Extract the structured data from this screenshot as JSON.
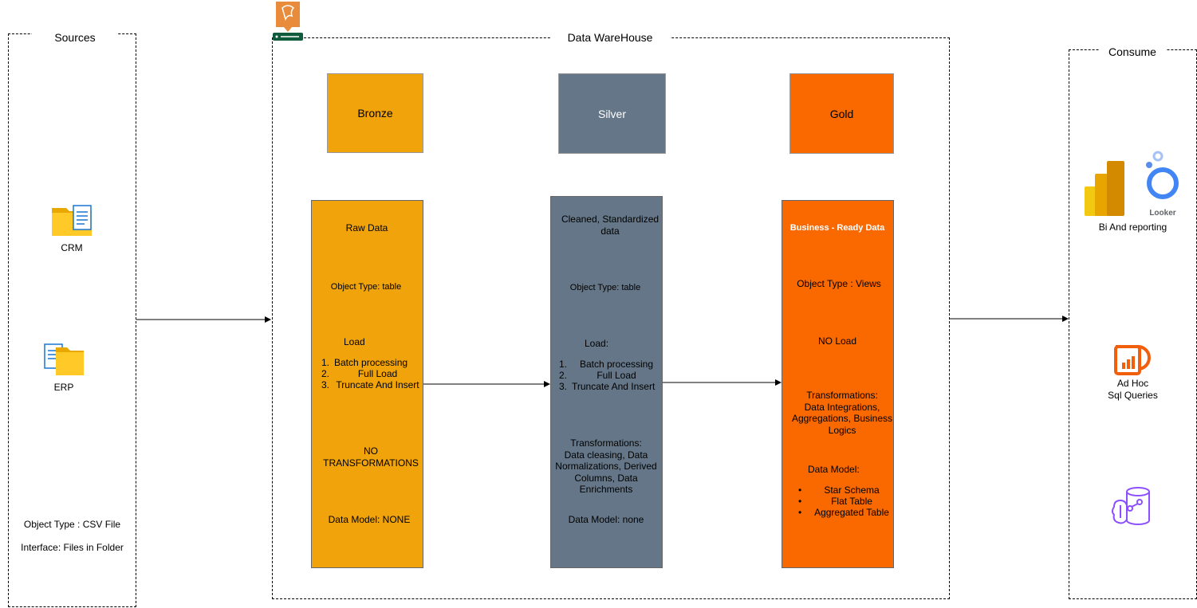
{
  "sources": {
    "title": "Sources",
    "items": [
      {
        "label": "CRM",
        "icon": "folder-document-icon"
      },
      {
        "label": "ERP",
        "icon": "document-folder-icon"
      }
    ],
    "object_type": "Object Type : CSV File",
    "interface": "Interface: Files in Folder"
  },
  "warehouse": {
    "title": "Data WareHouse",
    "icon": "sql-server-icon",
    "layers": [
      {
        "name": "Bronze",
        "color": "#F0A30A",
        "heading": "Raw Data",
        "object_type": "Object Type: table",
        "load_title": "Load",
        "load_items": [
          "Batch processing",
          "Full Load",
          "Truncate And Insert"
        ],
        "transformations": "NO TRANSFORMATIONS",
        "data_model": "Data Model: NONE"
      },
      {
        "name": "Silver",
        "color": "#647687",
        "heading": "Cleaned, Standardized data",
        "object_type": "Object Type: table",
        "load_title": "Load:",
        "load_items": [
          "Batch processing",
          "Full Load",
          "Truncate And Insert"
        ],
        "transformations": "Transformations:\nData cleasing, Data Normalizations, Derived Columns, Data Enrichments",
        "data_model": "Data Model: none"
      },
      {
        "name": "Gold",
        "color": "#FA6800",
        "heading": "Business - Ready Data",
        "object_type": "Object Type : Views",
        "load_title": "NO Load",
        "transformations": "Transformations:\nData Integrations, Aggregations, Business Logics",
        "data_model_title": "Data Model:",
        "data_model_items": [
          "Star Schema",
          "Flat Table",
          "Aggregated Table"
        ]
      }
    ]
  },
  "consume": {
    "title": "Consume",
    "bi": {
      "label": "Bi And reporting",
      "icons": [
        "power-bi-icon",
        "looker-icon"
      ],
      "looker_text": "Looker"
    },
    "adhoc": {
      "label": "Ad Hoc\nSql Queries",
      "icon": "analytics-icon"
    },
    "ml": {
      "icon": "database-brain-icon"
    }
  }
}
